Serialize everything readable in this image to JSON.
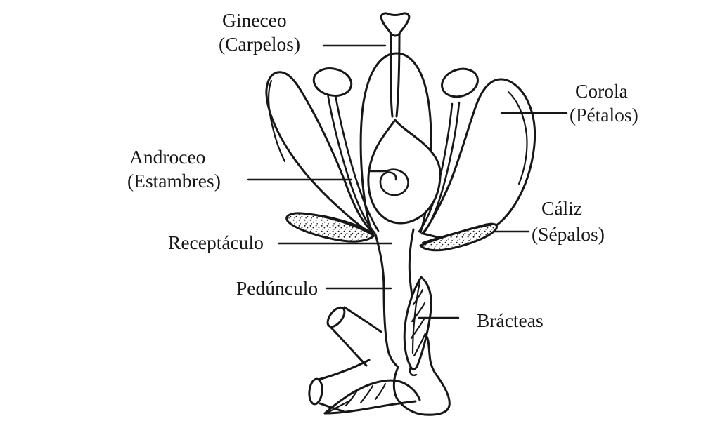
{
  "diagram": {
    "labels": {
      "gineceo": {
        "line1": "Gineceo",
        "line2": "(Carpelos)"
      },
      "corola": {
        "line1": "Corola",
        "line2": "(Pétalos)"
      },
      "androceo": {
        "line1": "Androceo",
        "line2": "(Estambres)"
      },
      "caliz": {
        "line1": "Cáliz",
        "line2": "(Sépalos)"
      },
      "receptaculo": {
        "text": "Receptáculo"
      },
      "pedunculo": {
        "text": "Pedúnculo"
      },
      "bracteas": {
        "text": "Brácteas"
      }
    },
    "colors": {
      "ink": "#171717",
      "background": "#ffffff"
    }
  }
}
